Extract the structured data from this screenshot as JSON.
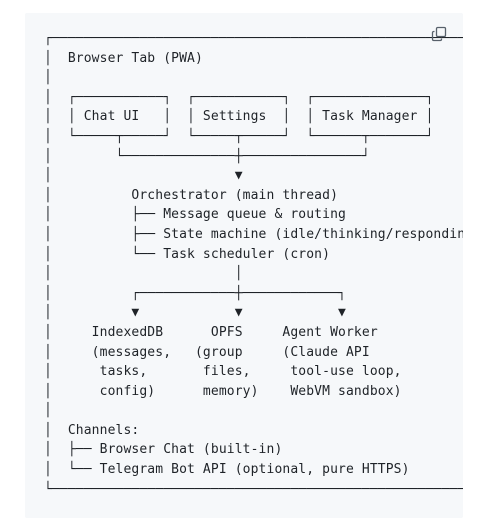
{
  "code_block": {
    "content_lines": [
      "┌────────────────────────────────────────────────────────────┐",
      "│  Browser Tab (PWA)                                         │",
      "│                                                            │",
      "│  ┌───────────┐  ┌───────────┐  ┌──────────────┐            │",
      "│  │ Chat UI   │  │ Settings  │  │ Task Manager │            │",
      "│  └─────┬─────┘  └─────┬─────┘  └──────┬───────┘            │",
      "│        └──────────────┼───────────────┘                    │",
      "│                       ▼                                    │",
      "│          Orchestrator (main thread)                        │",
      "│          ├── Message queue & routing                       │",
      "│          ├── State machine (idle/thinking/responding)      │",
      "│          └── Task scheduler (cron)                         │",
      "│                       │                                    │",
      "│          ┌────────────┼────────────┐                       │",
      "│          ▼            ▼            ▼                       │",
      "│     IndexedDB      OPFS     Agent Worker                   │",
      "│     (messages,   (group     (Claude API                    │",
      "│      tasks,       files,     tool-use loop,                │",
      "│      config)      memory)    WebVM sandbox)                │",
      "│                                                            │",
      "│  Channels:                                                 │",
      "│  ├── Browser Chat (built-in)                               │",
      "│  └── Telegram Bot API (optional, pure HTTPS)               │",
      "└────────────────────────────────────────────────────────────┘"
    ],
    "copy_icon": "copy-icon",
    "background_color": "#f6f8fa",
    "text_color": "#1f2328"
  }
}
